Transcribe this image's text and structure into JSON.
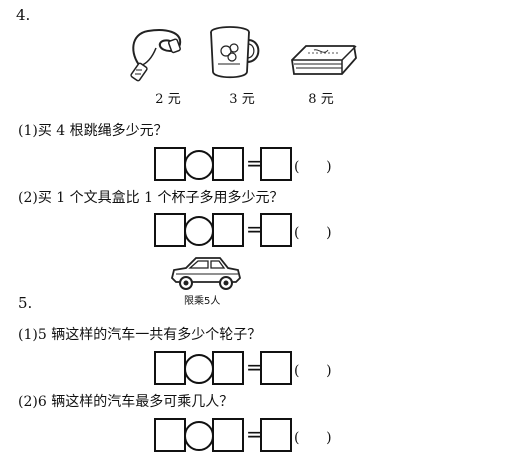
{
  "problem4": {
    "number": "4.",
    "items": [
      {
        "name": "jump-rope",
        "price": "2 元"
      },
      {
        "name": "cup",
        "price": "3 元"
      },
      {
        "name": "pencil-box",
        "price": "8 元"
      }
    ],
    "q1": "(1)买 4 根跳绳多少元？",
    "q2": "(2)买 1 个文具盒比 1 个杯子多用多少元？"
  },
  "problem5": {
    "number": "5.",
    "car_caption": "限乘5人",
    "q1": "(1)5 辆这样的汽车一共有多少个轮子？",
    "q2": "(2)6 辆这样的汽车最多可乘几人？"
  },
  "equation": {
    "equals": "=",
    "answer_paren": "(      )"
  }
}
